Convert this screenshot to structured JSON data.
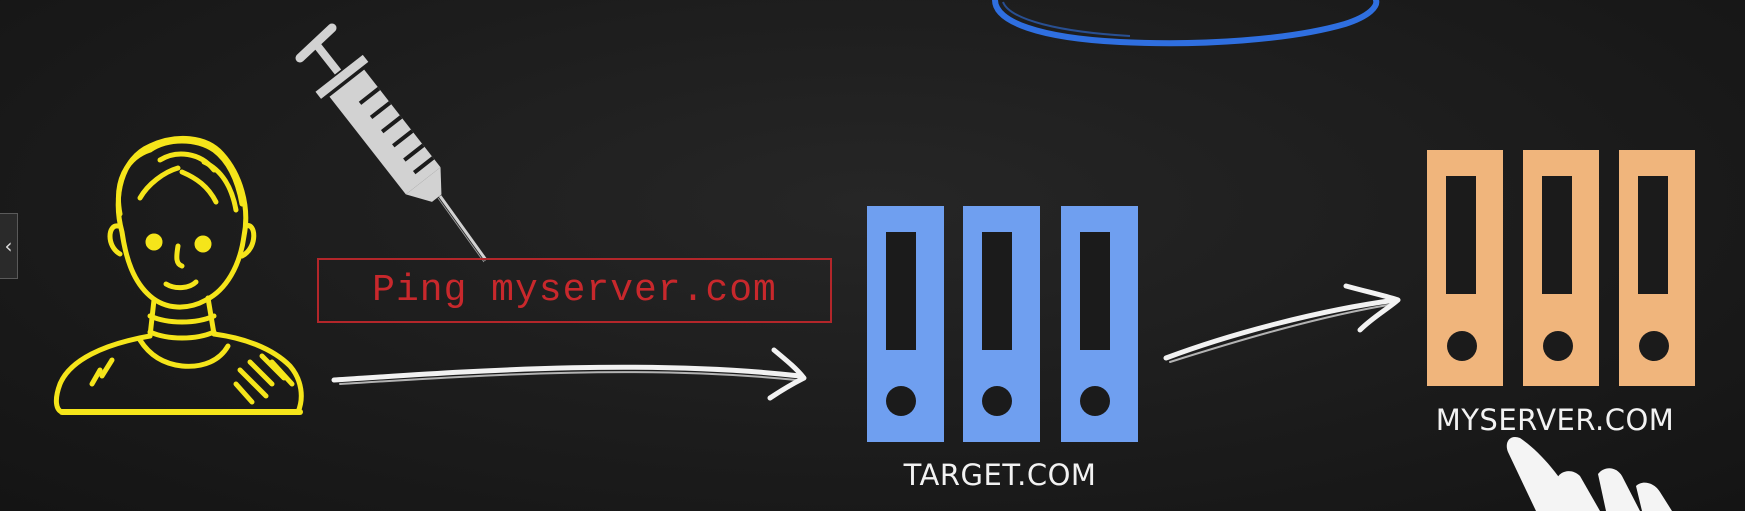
{
  "command": {
    "text": "Ping myserver.com"
  },
  "servers": {
    "target": {
      "label": "TARGET.COM",
      "color": "#6f9ff0"
    },
    "attacker": {
      "label": "MYSERVER.COM",
      "color": "#f0b57c"
    }
  },
  "colors": {
    "background": "#1b1b1b",
    "person_outline": "#f5e51a",
    "command_red": "#c8282c",
    "cloud_outline": "#2f6fe0",
    "chalk": "#f2f2f2",
    "syringe": "#d2d2d2"
  },
  "icons": {
    "person": "person-icon",
    "syringe": "syringe-icon",
    "cloud": "cloud-icon",
    "hand": "hand-pointer-icon",
    "nav": "chevron-left-icon"
  },
  "nav": {
    "glyph": "‹"
  }
}
